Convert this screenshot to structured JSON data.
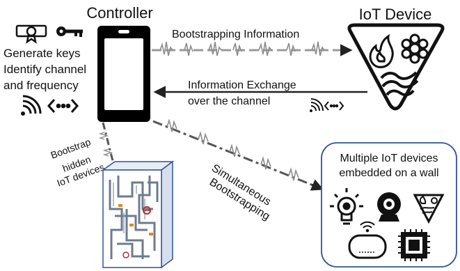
{
  "controller": {
    "title": "Controller"
  },
  "device": {
    "title": "IoT Device"
  },
  "left_text": {
    "line1": "Generate keys",
    "line2": "Identify channel",
    "line3": "and frequency"
  },
  "arrows": {
    "bootstrapping_info": "Bootstrapping Information",
    "info_exchange_1": "Information Exchange",
    "info_exchange_2": "over the channel",
    "simultaneous_1": "Simultaneous",
    "simultaneous_2": "Bootstrapping",
    "hidden_1": "Bootstrap",
    "hidden_2": "hidden",
    "hidden_3": "IoT devices"
  },
  "wall_box": {
    "title_1": "Multiple IoT devices",
    "title_2": "embedded on a wall"
  },
  "icons": [
    "certificate-icon",
    "key-icon",
    "wifi-icon",
    "code-brackets-icon",
    "smartphone-icon",
    "fire-icon",
    "snowflake-icon",
    "heat-waves-icon",
    "lightbulb-icon",
    "webcam-icon",
    "router-icon",
    "chip-icon",
    "wall-pipes-icon"
  ],
  "colors": {
    "stroke": "#111111",
    "wall_border": "#2f5597",
    "wave_gray": "#9a9a9a"
  }
}
